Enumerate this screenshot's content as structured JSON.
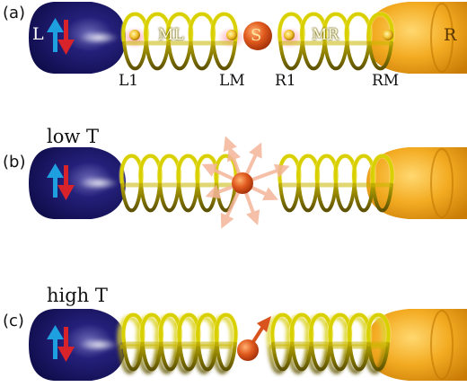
{
  "panels": [
    {
      "id": "a",
      "letter": "(a)",
      "lead_left_label": "L",
      "lead_right_label": "R",
      "molecule_left_label": "ML",
      "molecule_right_label": "MR",
      "impurity_label": "S",
      "site_labels": [
        "L1",
        "LM",
        "R1",
        "RM"
      ]
    },
    {
      "id": "b",
      "letter": "(b)",
      "temperature_label": "low T"
    },
    {
      "id": "c",
      "letter": "(c)",
      "temperature_label": "high T"
    }
  ],
  "colors": {
    "left_lead": "#1e1a6e",
    "right_lead": "#f0a81c",
    "spring": "#d8d000",
    "impurity": "#d9531e",
    "spin_up": "#1e9fe0",
    "spin_down": "#d8232a",
    "fluctuating_spin": "#f4b49a"
  }
}
